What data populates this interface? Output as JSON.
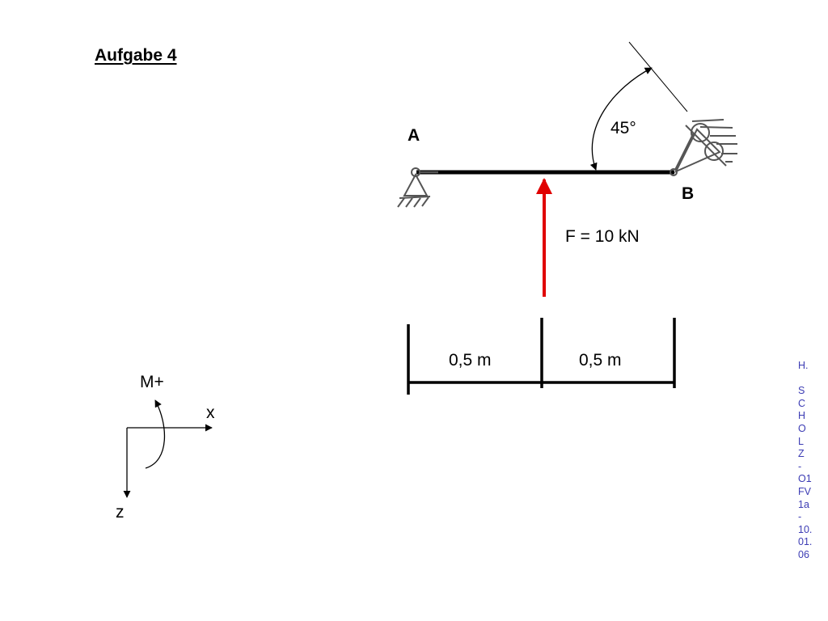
{
  "title": "Aufgabe 4",
  "labels": {
    "support_a": "A",
    "support_b": "B",
    "angle": "45°",
    "force": "F = 10 kN",
    "dim_left": "0,5 m",
    "dim_right": "0,5 m",
    "moment": "M+",
    "x_axis": "x",
    "z_axis": "z"
  },
  "side_text": "H.\n\nS\nC\nH\nO\nL\nZ\n-\nO1\nFV\n1a\n-\n10.\n01.\n06",
  "colors": {
    "force_arrow": "#e00000",
    "side_text": "#3c3cb4"
  }
}
